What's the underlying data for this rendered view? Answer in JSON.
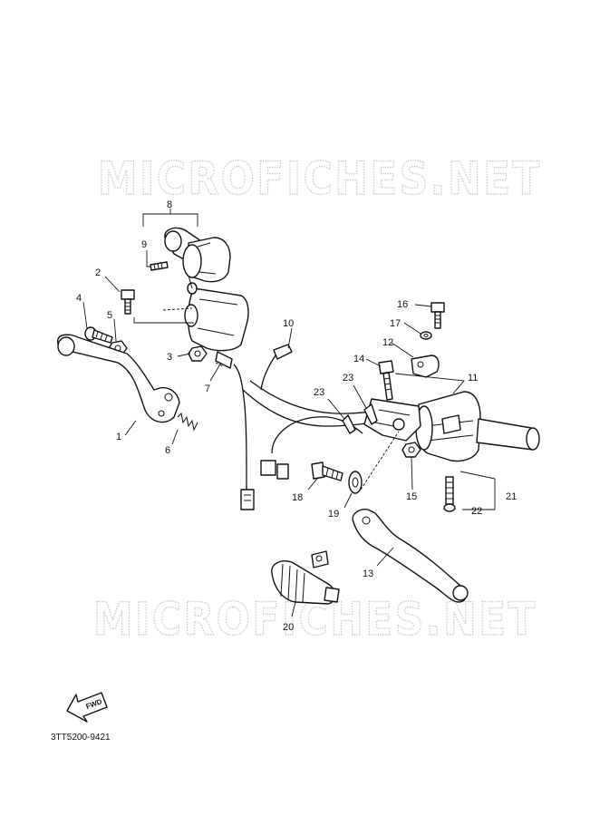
{
  "watermark": "MICROFICHES.NET",
  "part_number": "3TT5200-9421",
  "fwd_label": "FWD",
  "callouts": [
    "1",
    "2",
    "3",
    "4",
    "5",
    "6",
    "7",
    "8",
    "9",
    "10",
    "11",
    "12",
    "13",
    "14",
    "15",
    "16",
    "17",
    "18",
    "19",
    "20",
    "21",
    "22",
    "23",
    "23"
  ]
}
